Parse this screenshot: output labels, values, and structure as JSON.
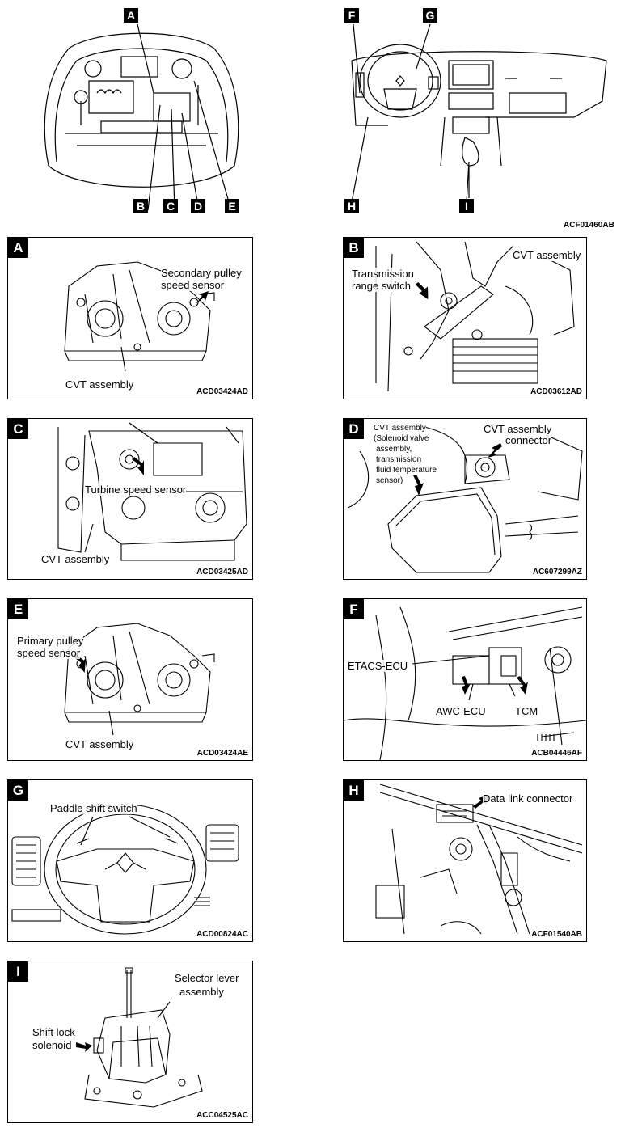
{
  "overview": {
    "code": "ACF01460AB",
    "engine_tags": [
      "A",
      "B",
      "C",
      "D",
      "E"
    ],
    "interior_tags": [
      "F",
      "G",
      "H",
      "I"
    ]
  },
  "panels": [
    {
      "tag": "A",
      "code": "ACD03424AD",
      "labels": [
        "Secondary pulley",
        "speed sensor",
        "CVT assembly"
      ]
    },
    {
      "tag": "B",
      "code": "ACD03612AD",
      "labels": [
        "Transmission",
        "range switch",
        "CVT assembly"
      ]
    },
    {
      "tag": "C",
      "code": "ACD03425AD",
      "labels": [
        "Turbine speed sensor",
        "CVT assembly"
      ]
    },
    {
      "tag": "D",
      "code": "AC607299AZ",
      "labels": [
        "CVT assembly",
        "(Solenoid valve",
        "assembly,",
        "transmission",
        "fluid temperature",
        "sensor)",
        "CVT assembly",
        "connector"
      ]
    },
    {
      "tag": "E",
      "code": "ACD03424AE",
      "labels": [
        "Primary pulley",
        "speed sensor",
        "CVT assembly"
      ]
    },
    {
      "tag": "F",
      "code": "ACB04446AF",
      "labels": [
        "ETACS-ECU",
        "AWC-ECU",
        "TCM"
      ]
    },
    {
      "tag": "G",
      "code": "ACD00824AC",
      "labels": [
        "Paddle shift switch"
      ]
    },
    {
      "tag": "H",
      "code": "ACF01540AB",
      "labels": [
        "Data link connector"
      ]
    },
    {
      "tag": "I",
      "code": "ACC04525AC",
      "labels": [
        "Selector lever",
        "assembly",
        "Shift lock",
        "solenoid"
      ]
    }
  ]
}
